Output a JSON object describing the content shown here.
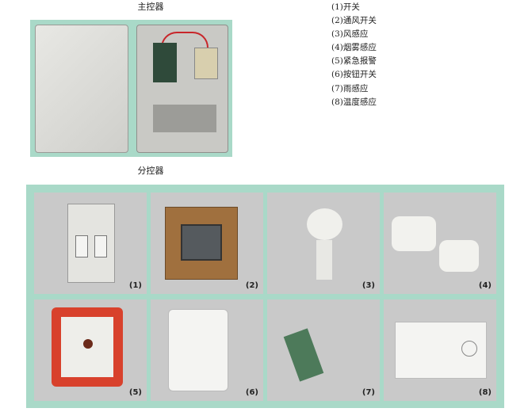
{
  "main_controller_caption": "主控器",
  "sub_controller_caption": "分控器",
  "legend": [
    "(1)开关",
    "(2)通风开关",
    "(3)风感应",
    "(4)烟雾感应",
    "(5)紧急报警",
    "(6)按钮开关",
    "(7)雨感应",
    "(8)温度感应"
  ],
  "cells": [
    {
      "label": "(1)"
    },
    {
      "label": "(2)"
    },
    {
      "label": "(3)"
    },
    {
      "label": "(4)"
    },
    {
      "label": "(5)"
    },
    {
      "label": "(6)"
    },
    {
      "label": "(7)"
    },
    {
      "label": "(8)"
    }
  ],
  "colors": {
    "panel_bg": "#a9d9c8",
    "cell_bg": "#c9c9c9"
  }
}
